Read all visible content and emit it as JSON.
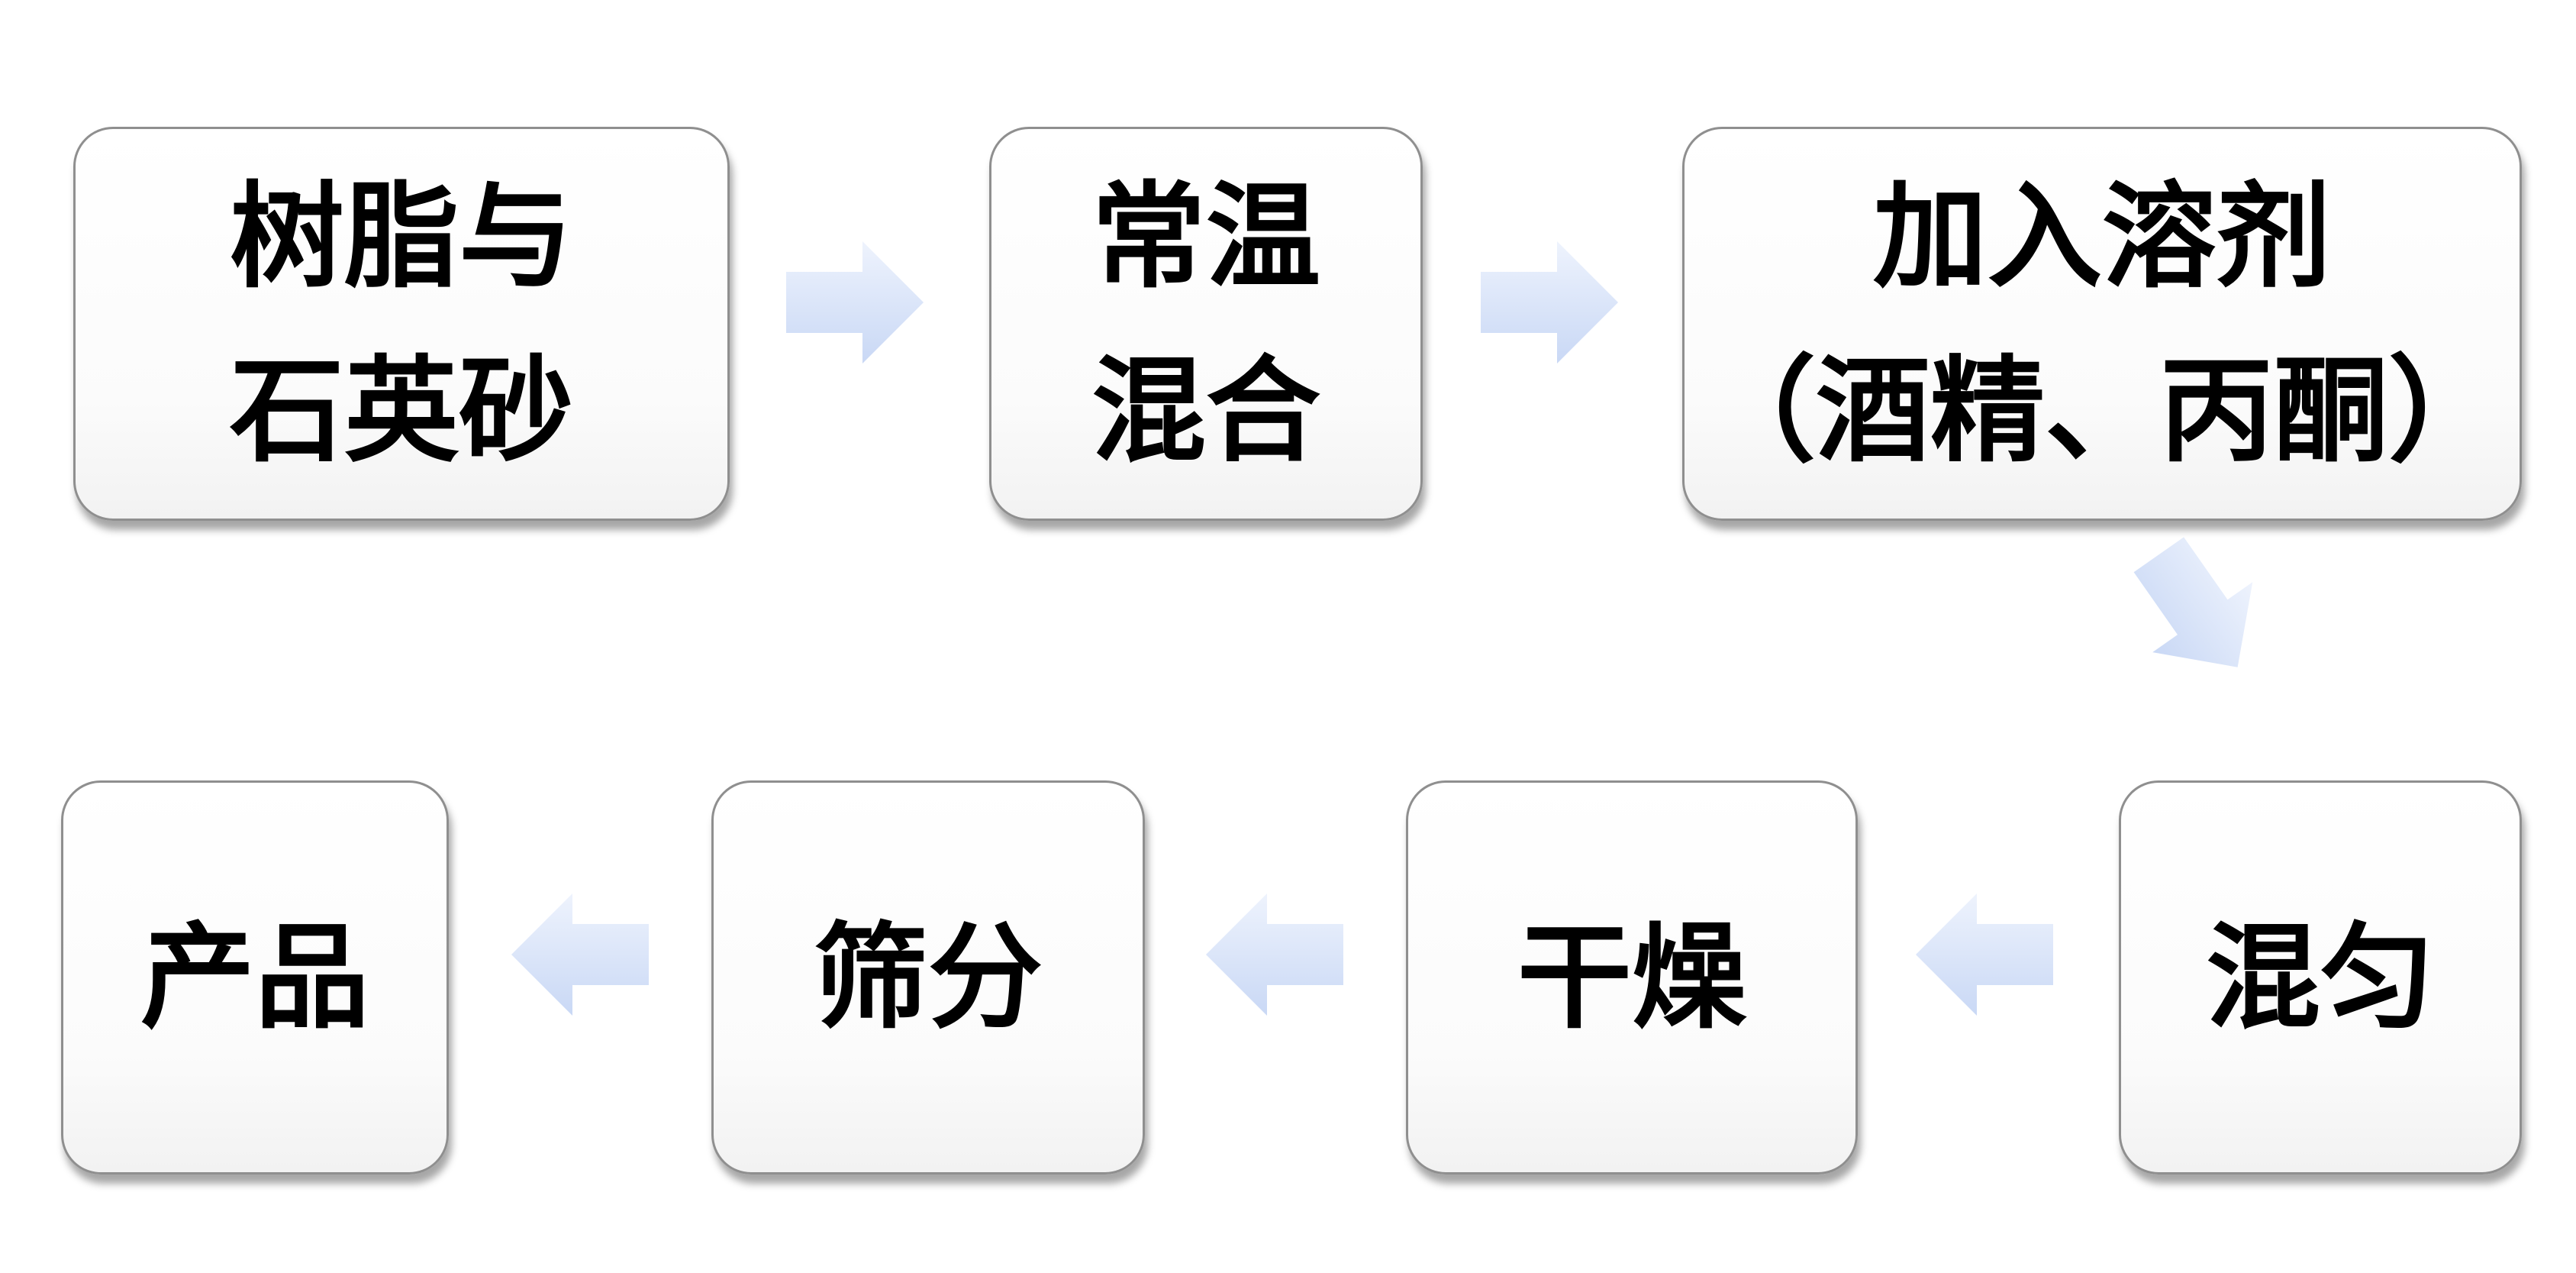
{
  "nodes": [
    {
      "lines": [
        "树脂与",
        "石英砂"
      ]
    },
    {
      "lines": [
        "常温",
        "混合"
      ]
    },
    {
      "lines": [
        "加入溶剂",
        "（酒精、丙酮）"
      ]
    },
    {
      "lines": [
        "混匀"
      ]
    },
    {
      "lines": [
        "干燥"
      ]
    },
    {
      "lines": [
        "筛分"
      ]
    },
    {
      "lines": [
        "产品"
      ]
    }
  ],
  "arrows": [
    {
      "direction": "right"
    },
    {
      "direction": "right"
    },
    {
      "direction": "down-right"
    },
    {
      "direction": "left"
    },
    {
      "direction": "left"
    },
    {
      "direction": "left"
    }
  ],
  "colors": {
    "node_border": "#8f8f8f",
    "arrow_fill_light": "#eef3fd",
    "arrow_fill_dark": "#c9d8f5",
    "text": "#000000"
  }
}
